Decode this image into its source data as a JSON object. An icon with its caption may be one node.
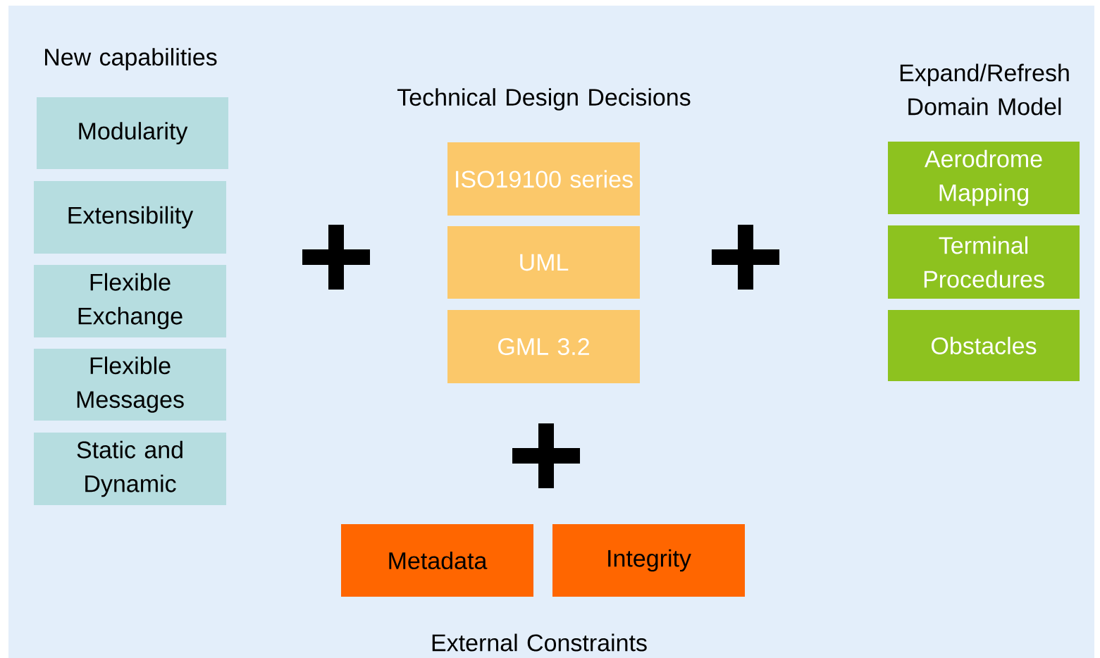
{
  "diagram": {
    "nodes": [
      {
        "text": [
          "Modularity"
        ]
      },
      {
        "text": [
          "Extensibility"
        ]
      },
      {
        "text": [
          "Flexible Exchange"
        ]
      },
      {
        "text": [
          "Flexible Messages"
        ]
      },
      {
        "text": [
          "Static and Dynamic"
        ]
      },
      {
        "text": [
          "ISO19100 series"
        ]
      },
      {
        "text": [
          "UML"
        ]
      },
      {
        "text": [
          "GML 3.2"
        ]
      },
      {
        "text": [
          "Aerodrome Mapping"
        ]
      },
      {
        "text": [
          "Terminal Procedures"
        ]
      },
      {
        "text": [
          "Obstacles"
        ]
      },
      {
        "text": [
          "Metadata"
        ]
      },
      {
        "text": [
          "Integrity"
        ]
      }
    ],
    "labels": [
      "New  capabilities",
      "Technical Design Decisions",
      "Expand/Refresh Domain Model",
      "External Constraints"
    ]
  }
}
